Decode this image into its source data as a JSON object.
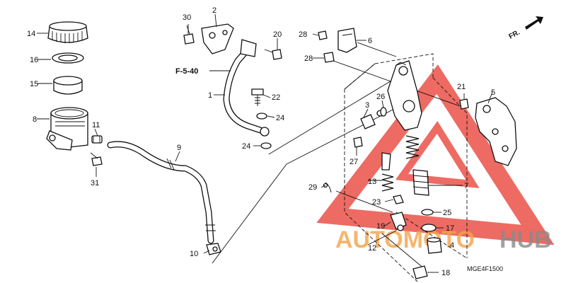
{
  "diagram": {
    "direction_label": "FR.",
    "reference_label": "F-5-40",
    "code_label": "MGE4F1500",
    "part_numbers": {
      "p1": "1",
      "p2": "2",
      "p3": "3",
      "p4": "4",
      "p5": "5",
      "p6": "6",
      "p7": "7",
      "p8": "8",
      "p9": "9",
      "p10": "10",
      "p11": "11",
      "p12": "12",
      "p13": "13",
      "p14": "14",
      "p15": "15",
      "p16": "16",
      "p17": "17",
      "p18": "18",
      "p19": "19",
      "p20": "20",
      "p21": "21",
      "p22": "22",
      "p23": "23",
      "p24a": "24",
      "p24b": "24",
      "p25": "25",
      "p26": "26",
      "p27": "27",
      "p28a": "28",
      "p28b": "28",
      "p29": "29",
      "p30": "30",
      "p31": "31"
    }
  },
  "watermark": {
    "part1": "AUTOMOTO",
    "part2": "HUB"
  },
  "colors": {
    "line": "#111111",
    "watermark_red": "#e8463c",
    "watermark_orange": "#f3a24a",
    "watermark_gray": "#8a8a8a"
  }
}
